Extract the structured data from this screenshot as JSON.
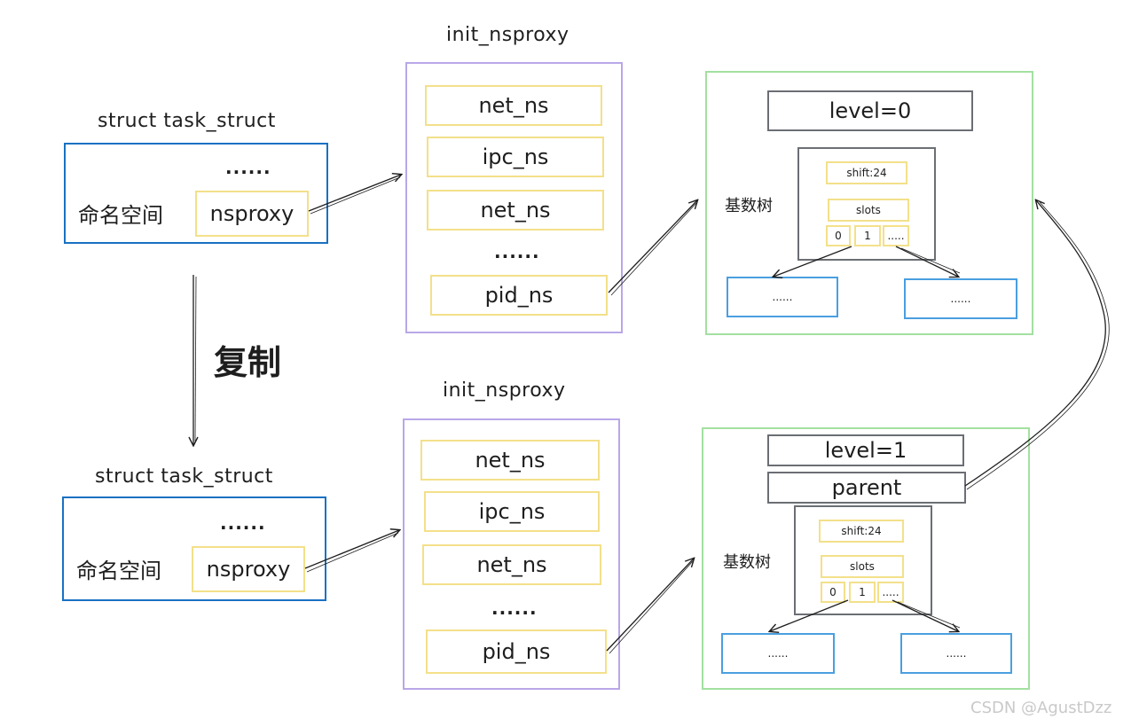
{
  "top": {
    "task_struct_title": "struct  task_struct",
    "task_dots": "......",
    "namespace_label": "命名空间",
    "nsproxy_label": "nsproxy",
    "init_nsproxy_title": "init_nsproxy",
    "ns_items": [
      "net_ns",
      "ipc_ns",
      "net_ns",
      "......",
      "pid_ns"
    ],
    "pid_ns": {
      "level": "level=0",
      "radix_label": "基数树",
      "shift": "shift:24",
      "slots": "slots",
      "slot_cells": [
        "0",
        "1",
        "....."
      ],
      "child_left": "......",
      "child_right": "......"
    }
  },
  "copy_label": "复制",
  "bottom": {
    "task_struct_title": "struct  task_struct",
    "task_dots": "......",
    "namespace_label": "命名空间",
    "nsproxy_label": "nsproxy",
    "init_nsproxy_title": "init_nsproxy",
    "ns_items": [
      "net_ns",
      "ipc_ns",
      "net_ns",
      "......",
      "pid_ns"
    ],
    "pid_ns": {
      "level": "level=1",
      "parent": "parent",
      "radix_label": "基数树",
      "shift": "shift:24",
      "slots": "slots",
      "slot_cells": [
        "0",
        "1",
        "....."
      ],
      "child_left": "......",
      "child_right": "......"
    }
  },
  "watermark": "CSDN @AgustDzz",
  "colors": {
    "task_struct_border": "#1971c2",
    "nsproxy_border": "#b9a7e8",
    "pid_ns_border": "#a3e0a0",
    "tree_border": "#6b6f74",
    "field_border": "#f3e08a",
    "leaf_border": "#4a9fe0"
  }
}
